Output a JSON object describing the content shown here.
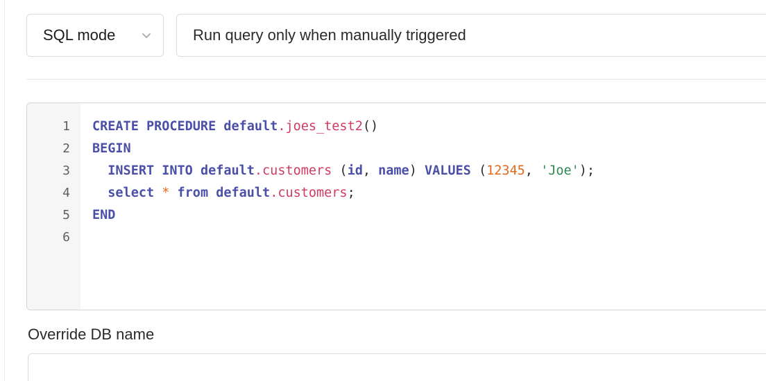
{
  "mode_select": {
    "value": "SQL mode",
    "icon": "chevron-down-icon"
  },
  "trigger_select": {
    "value": "Run query only when manually triggered"
  },
  "editor": {
    "line_numbers": [
      "1",
      "2",
      "3",
      "4",
      "5",
      "6"
    ],
    "lines": [
      [
        {
          "t": "CREATE PROCEDURE ",
          "c": "kw"
        },
        {
          "t": "default",
          "c": "name"
        },
        {
          "t": ".joes_test2",
          "c": "obj"
        },
        {
          "t": "()",
          "c": "punct"
        }
      ],
      [
        {
          "t": "BEGIN",
          "c": "kw"
        }
      ],
      [
        {
          "t": "  INSERT INTO ",
          "c": "kw"
        },
        {
          "t": "default",
          "c": "name"
        },
        {
          "t": ".customers",
          "c": "obj"
        },
        {
          "t": " (",
          "c": "punct"
        },
        {
          "t": "id",
          "c": "name"
        },
        {
          "t": ", ",
          "c": "punct"
        },
        {
          "t": "name",
          "c": "name"
        },
        {
          "t": ") ",
          "c": "punct"
        },
        {
          "t": "VALUES",
          "c": "kw"
        },
        {
          "t": " (",
          "c": "punct"
        },
        {
          "t": "12345",
          "c": "num"
        },
        {
          "t": ", ",
          "c": "punct"
        },
        {
          "t": "'Joe'",
          "c": "str"
        },
        {
          "t": ");",
          "c": "punct"
        }
      ],
      [
        {
          "t": "  select ",
          "c": "kw"
        },
        {
          "t": "*",
          "c": "op"
        },
        {
          "t": " from ",
          "c": "kw"
        },
        {
          "t": "default",
          "c": "name"
        },
        {
          "t": ".customers",
          "c": "obj"
        },
        {
          "t": ";",
          "c": "punct"
        }
      ],
      [
        {
          "t": "END",
          "c": "kw"
        }
      ],
      []
    ]
  },
  "override_db": {
    "label": "Override DB name",
    "value": "",
    "placeholder": ""
  },
  "colors": {
    "keyword": "#4a4fa8",
    "object": "#d13a63",
    "number": "#e2691d",
    "string": "#2d8a52",
    "gutter_bg": "#f6f6f6",
    "border": "#dcdcdc"
  }
}
